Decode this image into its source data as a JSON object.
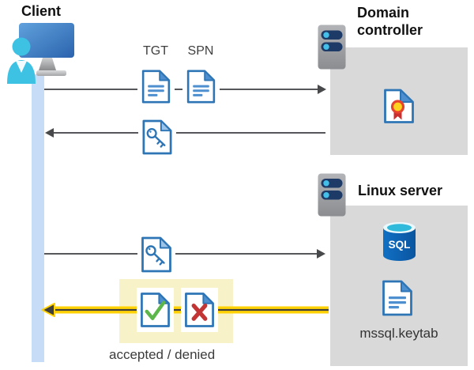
{
  "client": {
    "label": "Client"
  },
  "domain_controller": {
    "label": "Domain controller"
  },
  "linux_server": {
    "label": "Linux server",
    "sql_label": "SQL",
    "keytab_label": "mssql.keytab"
  },
  "flow": {
    "tgt_label": "TGT",
    "spn_label": "SPN",
    "result_label": "accepted / denied"
  },
  "icons": {
    "client-icon": "monitor with user silhouette",
    "server-icon": "rack server with two status bars",
    "document-icon": "page with folded corner and text lines",
    "key-document-icon": "page with key glyph (Kerberos ticket)",
    "certificate-document-icon": "page with rosette seal and ribbon",
    "accepted-document-icon": "page with green check mark",
    "denied-document-icon": "page with red cross",
    "sql-database-icon": "blue cylinder database labeled SQL"
  },
  "colors": {
    "accent_blue": "#2e75b6",
    "fold_blue": "#4e8fd0",
    "success_green": "#5cb649",
    "error_red": "#c33434",
    "highlight_yellow": "#ffd205",
    "highlight_box_yellow": "#f8f2c9",
    "panel_gray": "#d9d9d9",
    "lifeline_blue": "#c6dcf7",
    "arrow_gray": "#55575a",
    "sql_blue": "#0e62b5",
    "sql_teal": "#2fb9db",
    "person_cyan": "#3dc2e4",
    "pill_navy": "#1e3a66"
  }
}
